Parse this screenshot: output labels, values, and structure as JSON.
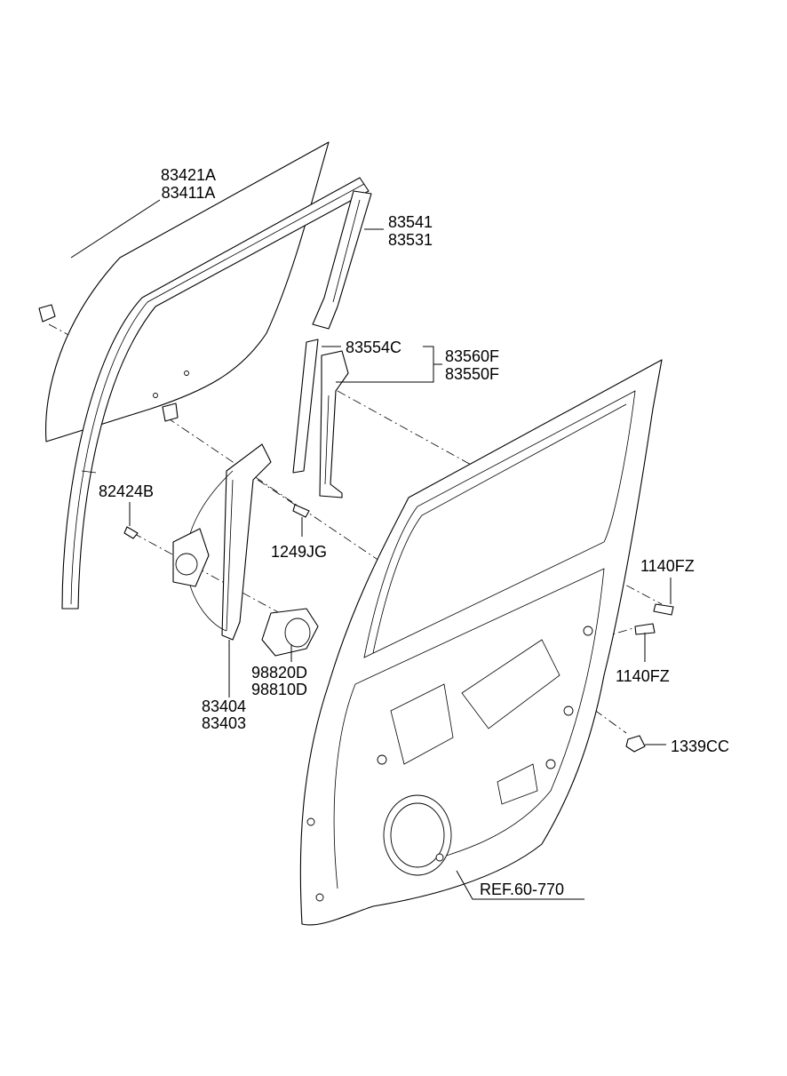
{
  "labels": {
    "glass_1": "83421A",
    "glass_2": "83411A",
    "channel_1": "83541",
    "channel_2": "83531",
    "channel_lower": "83554C",
    "sash_1": "83560F",
    "sash_2": "83550F",
    "bolt_left": "82424B",
    "bolt_mid": "1249JG",
    "bolt_right_top": "1140FZ",
    "bolt_right_bottom": "1140FZ",
    "motor_1": "98820D",
    "motor_2": "98810D",
    "regulator_1": "83404",
    "regulator_2": "83403",
    "nut": "1339CC",
    "ref": "REF.60-770"
  }
}
